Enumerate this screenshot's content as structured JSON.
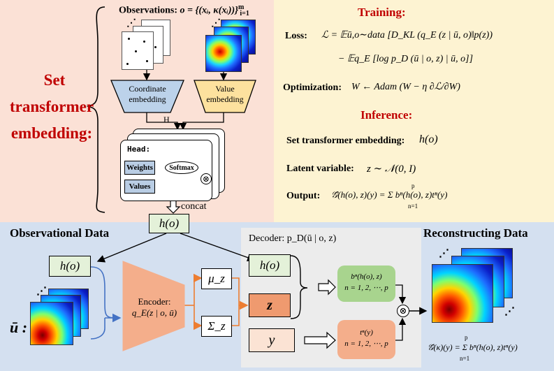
{
  "embedding": {
    "observations_label": "Observations:",
    "observations_formula": "o = {(xᵢ, κ(xᵢ))}",
    "observations_sup": "m",
    "observations_sub": "i=1",
    "set_line1": "Set",
    "set_line2": "transformer",
    "set_line3": "embedding:",
    "coord_line1": "Coordinate",
    "coord_line2": "embedding",
    "value_line1": "Value",
    "value_line2": "embedding",
    "h_label": "H",
    "head_label": "Head:",
    "weights_label": "Weights",
    "values_label": "Values",
    "softmax_label": "Softmax",
    "multiply_symbol": "⊗",
    "concat_label": "concat",
    "h_of_o": "h(o)",
    "ellipsis": "⋰"
  },
  "training": {
    "title": "Training:",
    "loss_label": "Loss:",
    "loss_line1": "ℒ = 𝔼ū,o∼data [D_KL (q_E (z | ū, o)‖p(z))",
    "loss_line2": "− 𝔼q_E [log p_D (ū | o, z) | ū, o]]",
    "opt_label": "Optimization:",
    "opt_formula": "W ← Adam (W − η ∂ℒ/∂W)"
  },
  "inference": {
    "title": "Inference:",
    "ste_label": "Set transformer embedding:",
    "ste_formula": "h(o)",
    "latent_label": "Latent variable:",
    "latent_formula": "z ∼ 𝒩(0, I)",
    "output_label": "Output:",
    "output_formula": "𝒢̂(h(o), z)(y) = Σ bⁿ(h(o), z)tⁿ(y)",
    "sum_top": "p",
    "sum_bottom": "n=1"
  },
  "bottom": {
    "obs_title": "Observational Data",
    "h_of_o": "h(o)",
    "u_bar": "ū :",
    "encoder_line1": "Encoder:",
    "encoder_line2": "q_E(z | o, ū)",
    "mu": "μ_z",
    "sigma": "Σ_z",
    "decoder_title": "Decoder: p_D(ū | o, z)",
    "dec_h": "h(o)",
    "dec_z": "z",
    "dec_y": "y",
    "b_line1": "bⁿ(h(o), z)",
    "b_line2": "n = 1, 2, ⋯, p",
    "t_line1": "tⁿ(y)",
    "t_line2": "n = 1, 2, ⋯, p",
    "multiply_symbol": "⊗",
    "recon_title": "Reconstructing Data",
    "recon_formula": "𝒢̂(κ)(y) = Σ bⁿ(h(o), z)tⁿ(y)",
    "sum_top": "p",
    "sum_bottom": "n=1",
    "ellipsis": "⋰"
  },
  "colors": {
    "embedding_bg": "#fbe1d6",
    "training_bg": "#fdf3d2",
    "bottom_bg": "#d4e0f0",
    "decoder_bg": "#ececec",
    "coord_fill": "#bcd2ea",
    "value_fill": "#fde19e",
    "encoder_fill": "#f4ae8b",
    "green_fill": "#a8d48e",
    "orange_fill": "#f4ae8b",
    "hbox_fill": "#e4f1d9",
    "z_fill": "#ef9a6f",
    "y_fill": "#fbe3d4",
    "weights_fill": "#b9cde4",
    "red_title": "#c00000",
    "arrow_blue": "#4472c4",
    "arrow_orange": "#ed7d31"
  }
}
